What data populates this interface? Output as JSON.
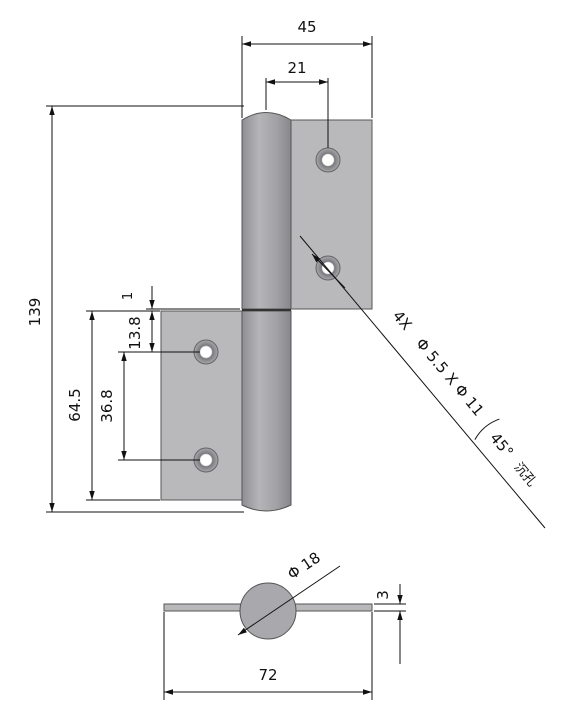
{
  "dimensions": {
    "top_width": "45",
    "pin_offset": "21",
    "total_height": "139",
    "gap": "1",
    "hole_offset": "13.8",
    "lower_leaf_height": "64.5",
    "hole_spacing": "36.8",
    "pin_diameter": "Φ 18",
    "leaf_thickness": "3",
    "total_width": "72"
  },
  "hole_note": {
    "prefix": "4X",
    "bore": "Φ 5.5 X Φ 11",
    "angle": "45°",
    "suffix": "沉孔"
  },
  "colors": {
    "leaf_fill": "#b9b9bb",
    "barrel_fill": "#a7a7aa",
    "line": "#111111"
  }
}
